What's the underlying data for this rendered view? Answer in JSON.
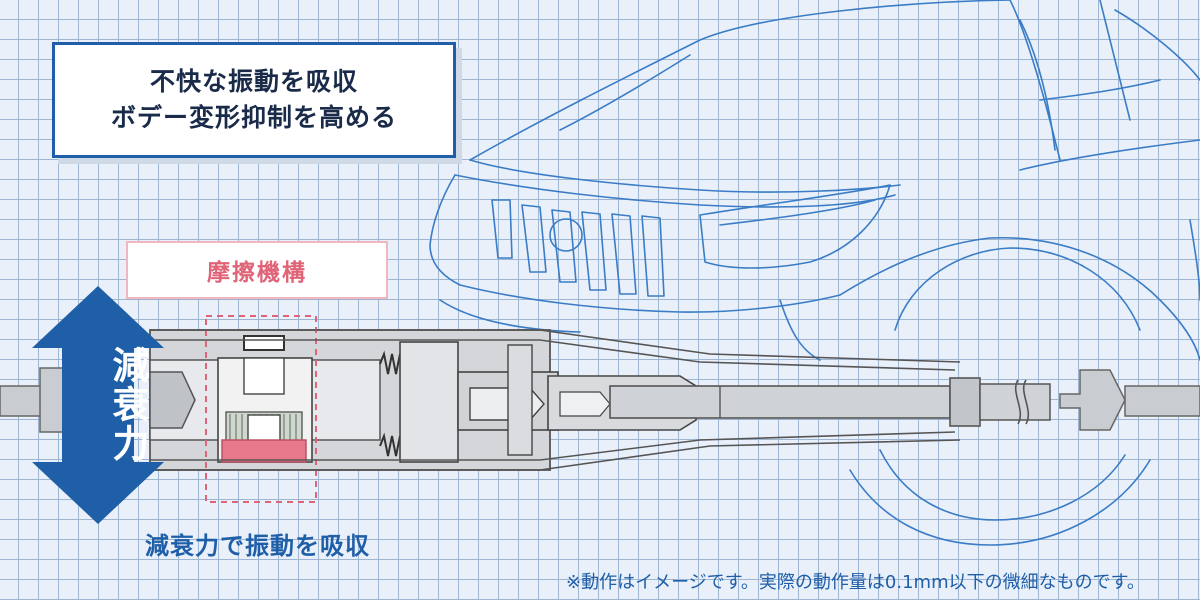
{
  "headline": {
    "line1": "不快な振動を吸収",
    "line2": "ボデー変形抑制を高める"
  },
  "friction_label": "摩擦機構",
  "damping_label": "減衰力",
  "damping_caption": "減衰力で振動を吸収",
  "footnote": "※動作はイメージです。実際の動作量は0.1mm以下の微細なものです。",
  "colors": {
    "accent_blue": "#1f5fa8",
    "friction_pink": "#e06478",
    "friction_fill": "#e8788c",
    "grid_line": "#9fb6d3",
    "car_outline": "#3a7cc6"
  }
}
